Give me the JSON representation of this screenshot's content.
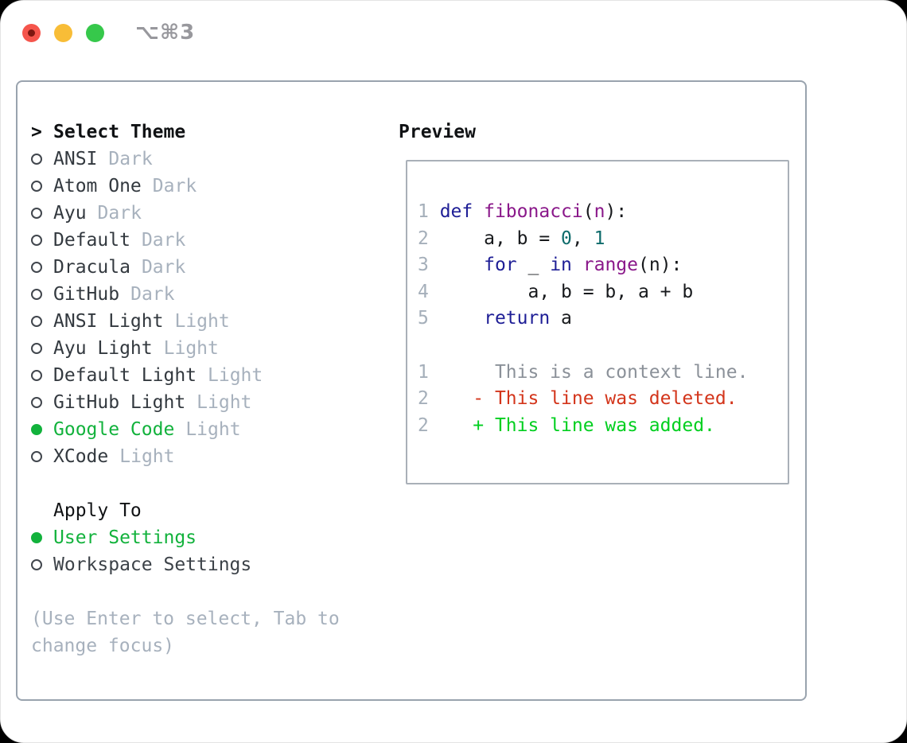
{
  "window": {
    "shortcut_label": "⌥⌘3",
    "traffic_lights": {
      "close": "#F5554C",
      "minimize": "#F8BD37",
      "zoom": "#36C84B"
    }
  },
  "theme_panel": {
    "cursor": ">",
    "header": "Select Theme",
    "themes": [
      {
        "name": "ANSI",
        "variant": "Dark",
        "selected": false
      },
      {
        "name": "Atom One",
        "variant": "Dark",
        "selected": false
      },
      {
        "name": "Ayu",
        "variant": "Dark",
        "selected": false
      },
      {
        "name": "Default",
        "variant": "Dark",
        "selected": false
      },
      {
        "name": "Dracula",
        "variant": "Dark",
        "selected": false
      },
      {
        "name": "GitHub",
        "variant": "Dark",
        "selected": false
      },
      {
        "name": "ANSI Light",
        "variant": "Light",
        "selected": false
      },
      {
        "name": "Ayu Light",
        "variant": "Light",
        "selected": false
      },
      {
        "name": "Default Light",
        "variant": "Light",
        "selected": false
      },
      {
        "name": "GitHub Light",
        "variant": "Light",
        "selected": false
      },
      {
        "name": "Google Code",
        "variant": "Light",
        "selected": true
      },
      {
        "name": "XCode",
        "variant": "Light",
        "selected": false
      }
    ],
    "apply_to": {
      "header": "Apply To",
      "options": [
        {
          "label": "User Settings",
          "selected": true
        },
        {
          "label": "Workspace Settings",
          "selected": false
        }
      ]
    },
    "hint_lines": [
      "(Use Enter to select, Tab to",
      "change focus)"
    ]
  },
  "preview": {
    "header": "Preview",
    "code_lines": [
      [
        [
          "ln",
          "1 "
        ],
        [
          "kw",
          "def"
        ],
        [
          "pln",
          " "
        ],
        [
          "fn",
          "fibonacci"
        ],
        [
          "pln",
          "("
        ],
        [
          "fn",
          "n"
        ],
        [
          "pln",
          "):"
        ]
      ],
      [
        [
          "ln",
          "2 "
        ],
        [
          "pln",
          "    a, b = "
        ],
        [
          "lit",
          "0"
        ],
        [
          "pln",
          ", "
        ],
        [
          "lit",
          "1"
        ]
      ],
      [
        [
          "ln",
          "3 "
        ],
        [
          "pln",
          "    "
        ],
        [
          "kw",
          "for"
        ],
        [
          "pln",
          " _ "
        ],
        [
          "kw",
          "in"
        ],
        [
          "pln",
          " "
        ],
        [
          "fn",
          "range"
        ],
        [
          "pln",
          "(n):"
        ]
      ],
      [
        [
          "ln",
          "4 "
        ],
        [
          "pln",
          "        a, b = b, a + b"
        ]
      ],
      [
        [
          "ln",
          "5 "
        ],
        [
          "pln",
          "    "
        ],
        [
          "kw",
          "return"
        ],
        [
          "pln",
          " a"
        ]
      ],
      [],
      [
        [
          "ln",
          "1 "
        ],
        [
          "ctx",
          "     This is a context line."
        ]
      ],
      [
        [
          "ln",
          "2 "
        ],
        [
          "del",
          "   - This line was deleted."
        ]
      ],
      [
        [
          "ln",
          "2 "
        ],
        [
          "add",
          "   + This line was added."
        ]
      ]
    ]
  },
  "colors": {
    "selected_green": "#12B23C",
    "keyword_blue": "#1E1E96",
    "function_magenta": "#8A188A",
    "literal_teal": "#0E6B6B",
    "plain_code": "#17191C",
    "line_number_gray": "#A5AFBA",
    "context_gray": "#8B9199",
    "deleted_red": "#D3351B",
    "added_green": "#00CF1F"
  }
}
